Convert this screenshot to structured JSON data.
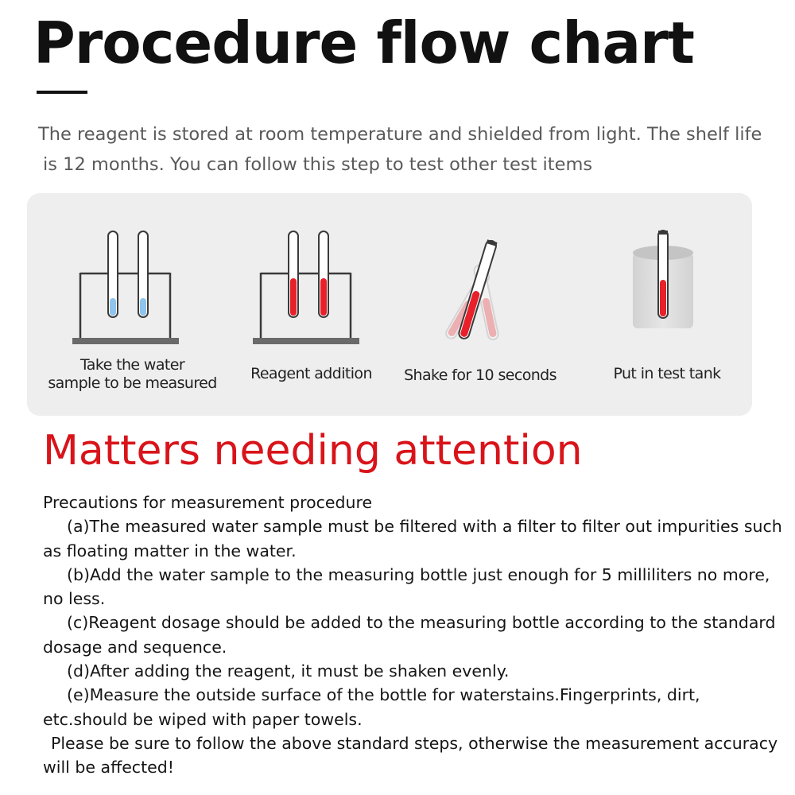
{
  "title": "Procedure flow chart",
  "intro": {
    "line1": "The reagent is stored at room temperature and shielded from light. The shelf life",
    "line2": "is 12 months. You can follow this step to test other test items"
  },
  "steps": [
    {
      "label_line1": "Take the water",
      "label_line2": "sample to be measured",
      "icon": "test-tubes-in-rack-blue"
    },
    {
      "label": "Reagent addition",
      "icon": "test-tubes-in-rack-red"
    },
    {
      "label": "Shake for 10 seconds",
      "icon": "shaking-tube"
    },
    {
      "label": "Put in test tank",
      "icon": "tube-in-beaker"
    }
  ],
  "colors": {
    "attention": "#d8141a",
    "water": "#8fc4ec",
    "reagent": "#e8202a",
    "panel": "#eeeeee"
  },
  "attention_title": "Matters needing attention",
  "precautions": {
    "heading": "Precautions for measurement procedure",
    "items": [
      "(a)The measured water sample must be filtered with a filter to filter out impurities such as floating matter in the water.",
      "(b)Add the water sample to the measuring bottle just enough for 5 milliliters no more, no less.",
      "(c)Reagent dosage should be added to the measuring bottle according to the standard dosage and sequence.",
      "(d)After adding the reagent, it must be shaken evenly.",
      "(e)Measure the outside surface of the bottle for waterstains.Fingerprints, dirt, etc.should be wiped with paper towels."
    ],
    "closing": "Please be sure to follow the above standard steps, otherwise the measurement accuracy will be affected!"
  }
}
